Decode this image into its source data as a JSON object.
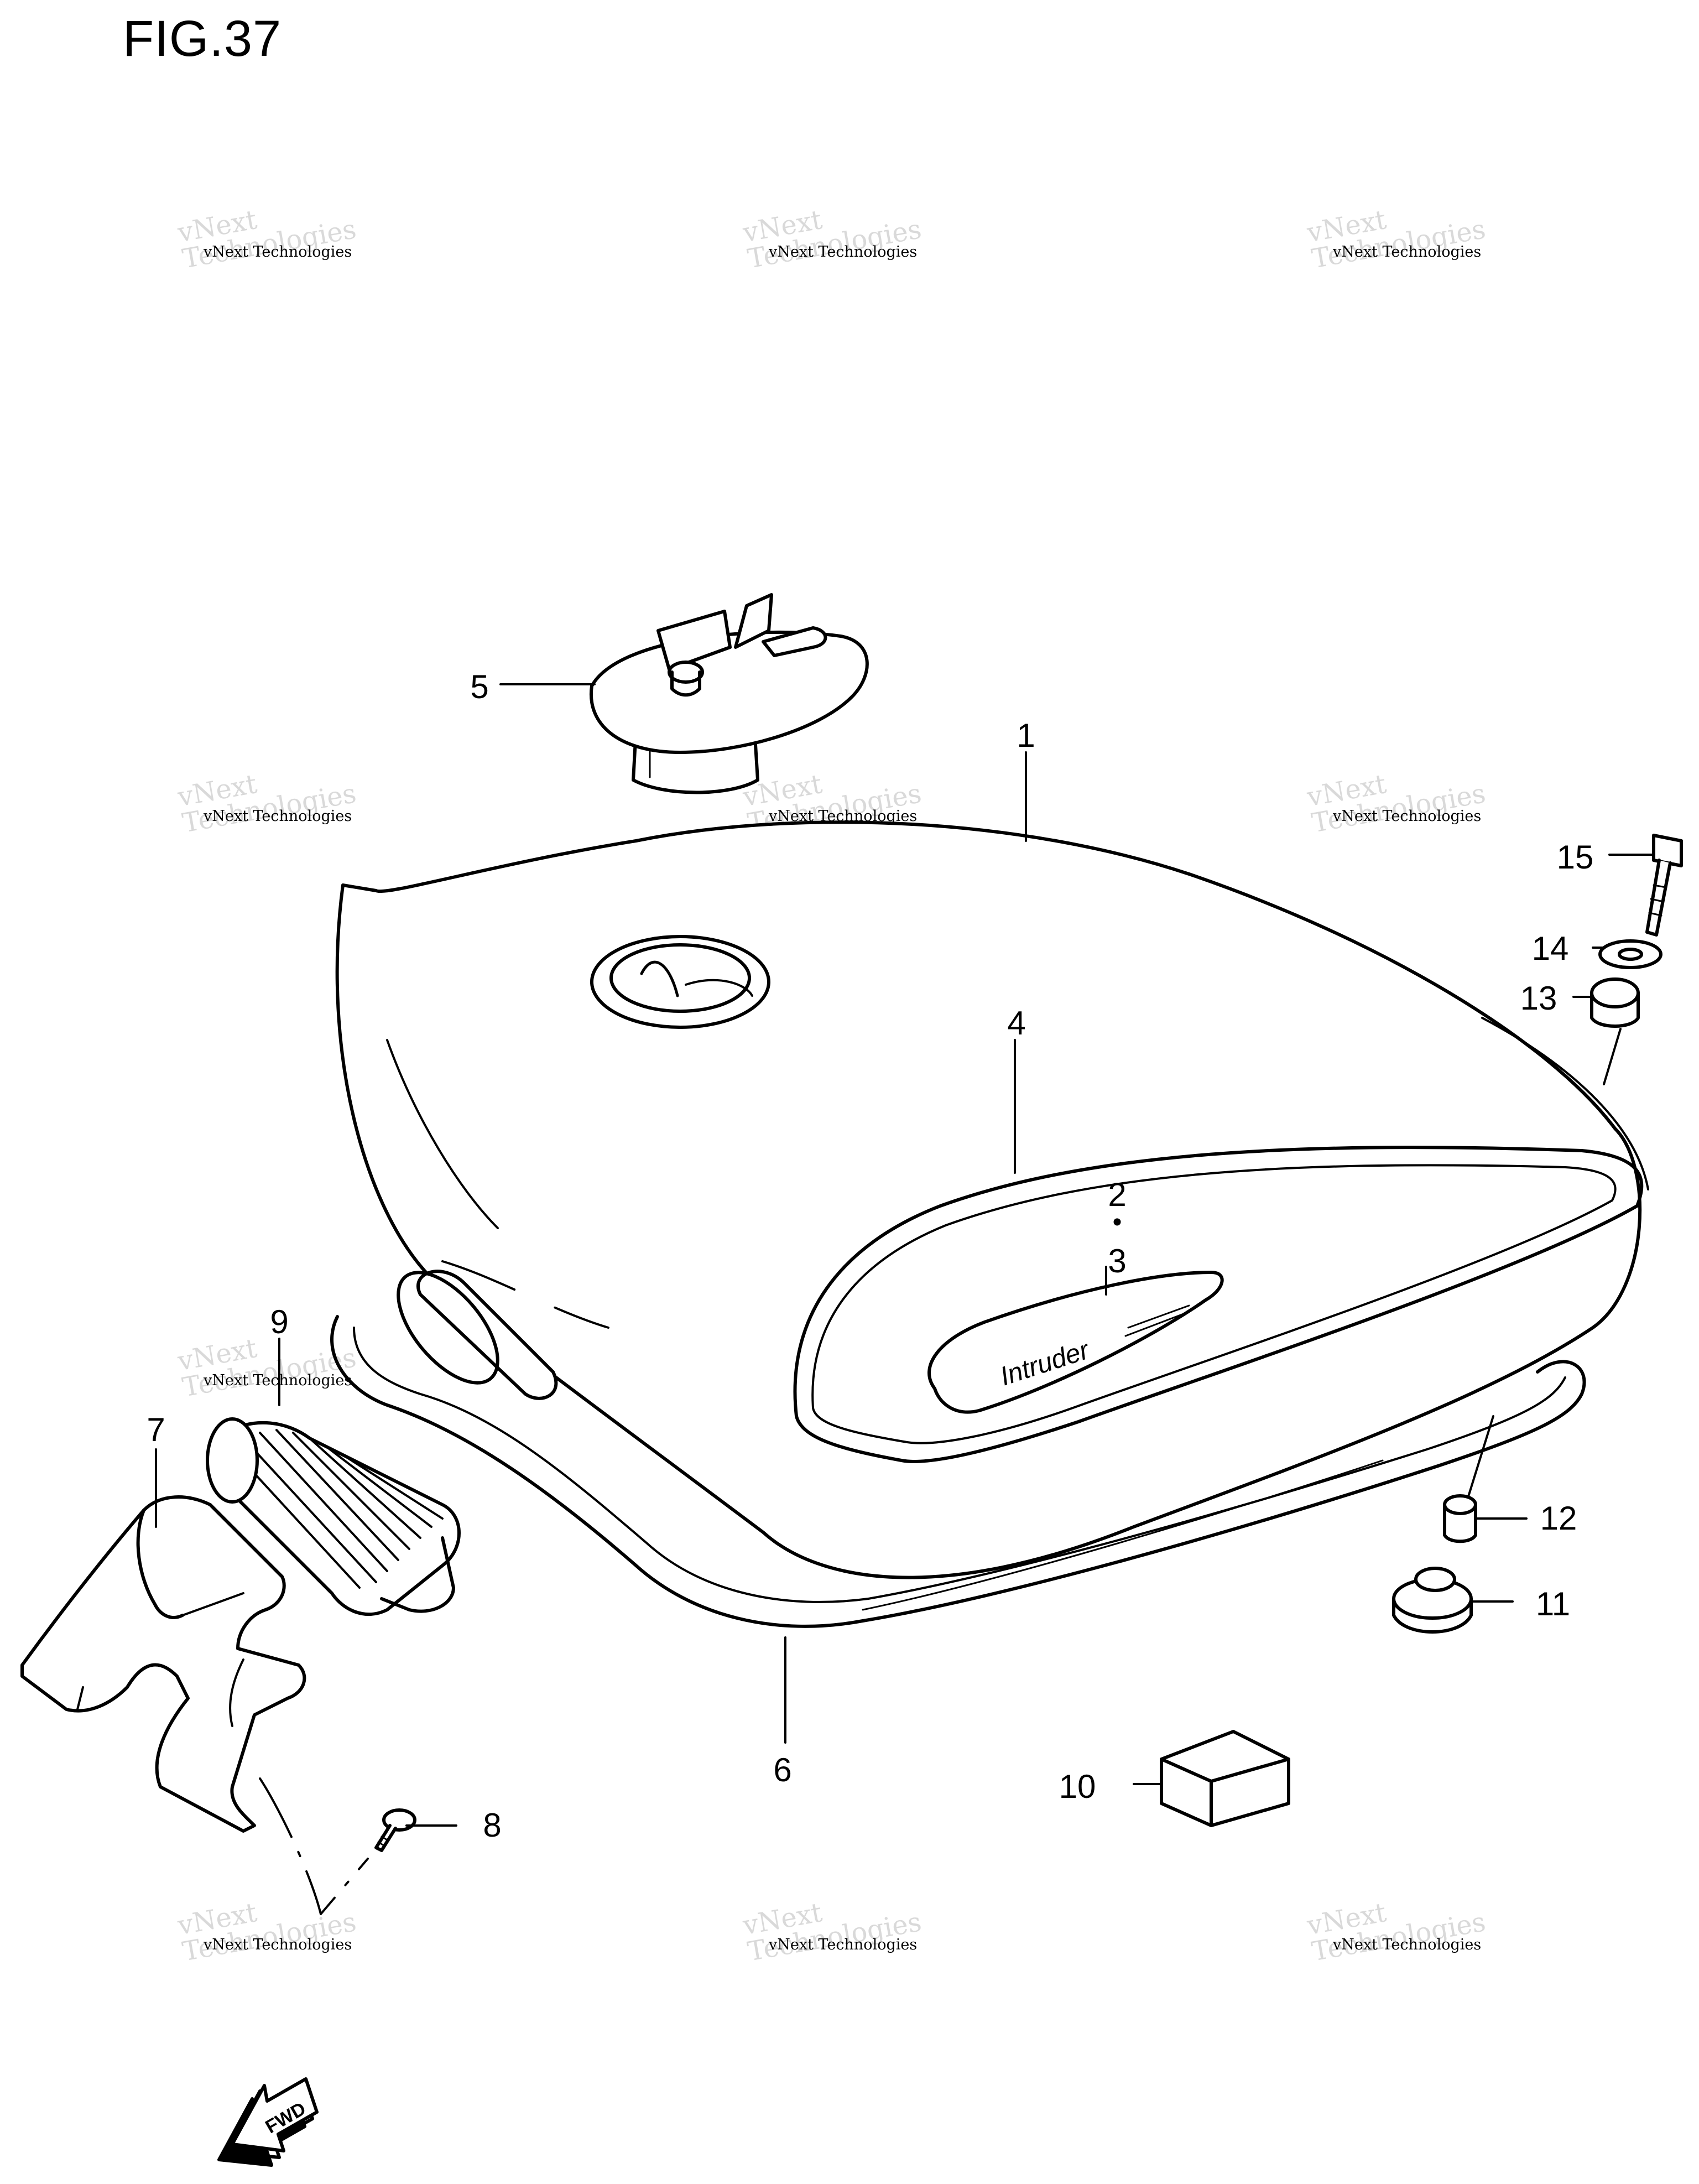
{
  "figure": {
    "title": "FIG.37"
  },
  "callouts": [
    "1",
    "2",
    "3",
    "4",
    "5",
    "6",
    "7",
    "8",
    "9",
    "10",
    "11",
    "12",
    "13",
    "14",
    "15"
  ],
  "dot": "•",
  "fwd_label": "FWD",
  "logo_script": "Intruder",
  "watermark": {
    "line": "vNext Technologies",
    "stamp_1": "vNext",
    "stamp_2": "Technologies"
  },
  "colors": {
    "ink": "#000000",
    "paper": "#ffffff",
    "watermark_gray": "#d9d9d9"
  }
}
